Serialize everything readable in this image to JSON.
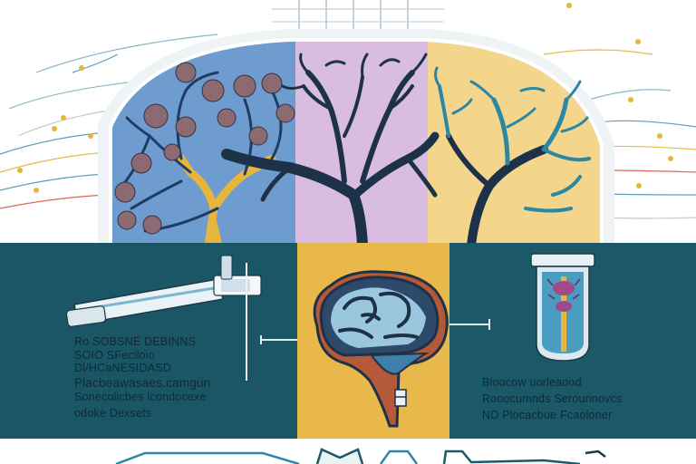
{
  "left_caption": [
    "Ro SOBSNE DEBINNS",
    "SOIO SFeciloio",
    "Dl/HCaNESIDASD",
    "Placbeawasaes.camgun",
    "Sonecolicbes lcondocexe",
    "odoke Dexsets"
  ],
  "right_caption": [
    "Bloocow uorleaood",
    "Rooocumnds Serounnovcs",
    "ND Plocacbue Fcaoloner"
  ],
  "colors": {
    "panel_blue": "#6f9ccf",
    "panel_lilac": "#d8bde0",
    "panel_yellow": "#f3d58c",
    "band_teal": "#17505f",
    "center_yellow": "#e9b84a",
    "tree_dark": "#1d3148",
    "tree_teal": "#2b87a3",
    "brain_outline": "#1f3146"
  },
  "icons": [
    "tree-icon",
    "brain-icon",
    "syringe-icon",
    "test-tube-icon",
    "flask-icon"
  ]
}
